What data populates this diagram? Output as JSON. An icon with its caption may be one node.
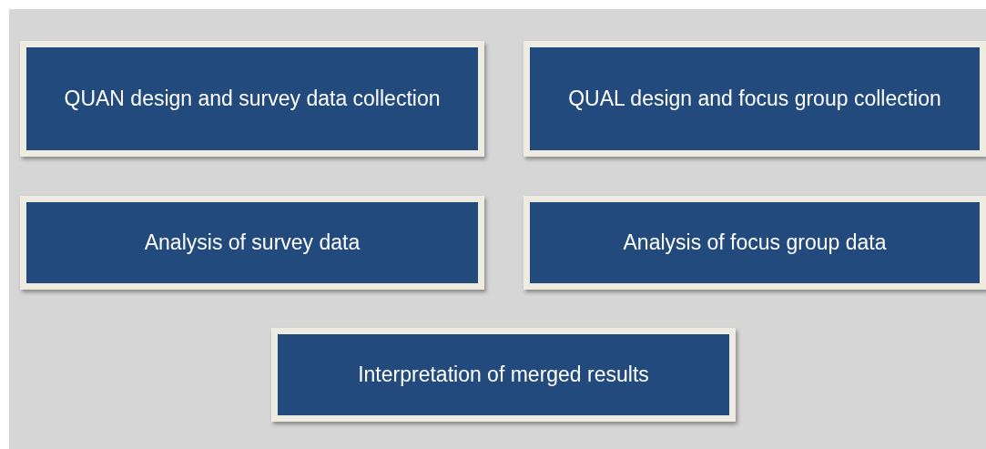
{
  "diagram": {
    "nodes": [
      {
        "text": [
          "QUAN design and survey data collection"
        ]
      },
      {
        "text": [
          "QUAL design and focus group collection"
        ]
      },
      {
        "text": [
          "Analysis of survey data"
        ]
      },
      {
        "text": [
          "Analysis of focus group data"
        ]
      },
      {
        "text": [
          "Interpretation of merged results"
        ]
      }
    ]
  }
}
